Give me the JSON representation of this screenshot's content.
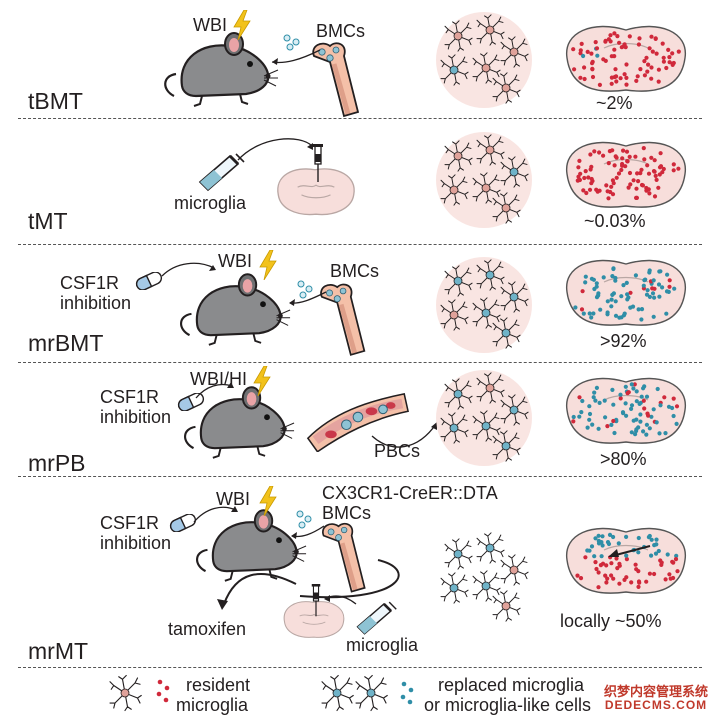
{
  "panels": [
    {
      "name": "tBMT",
      "labels": [
        "WBI",
        "BMCs"
      ],
      "percent": "~2%"
    },
    {
      "name": "tMT",
      "labels": [
        "microglia"
      ],
      "percent": "~0.03%"
    },
    {
      "name": "mrBMT",
      "labels": [
        "CSF1R",
        "inhibition",
        "WBI",
        "BMCs"
      ],
      "percent": ">92%"
    },
    {
      "name": "mrPB",
      "labels": [
        "CSF1R",
        "inhibition",
        "WBI/HI",
        "PBCs"
      ],
      "percent": ">80%"
    },
    {
      "name": "mrMT",
      "labels": [
        "CSF1R",
        "inhibition",
        "WBI",
        "CX3CR1-CreER::DTA",
        "BMCs",
        "tamoxifen",
        "microglia"
      ],
      "percent": "locally ~50%"
    }
  ],
  "legend": {
    "resident": [
      "resident",
      "microglia"
    ],
    "replaced": [
      "replaced microglia",
      "or microglia-like cells"
    ]
  },
  "watermark": [
    "织梦内容管理系统",
    "DEDECMS.COM"
  ],
  "colors": {
    "resident": "#d0293b",
    "replaced": "#2f8ea7",
    "brain_fill": "#f7dedb",
    "mouse": "#8a8b8d",
    "bolt": "#f2c21b"
  }
}
